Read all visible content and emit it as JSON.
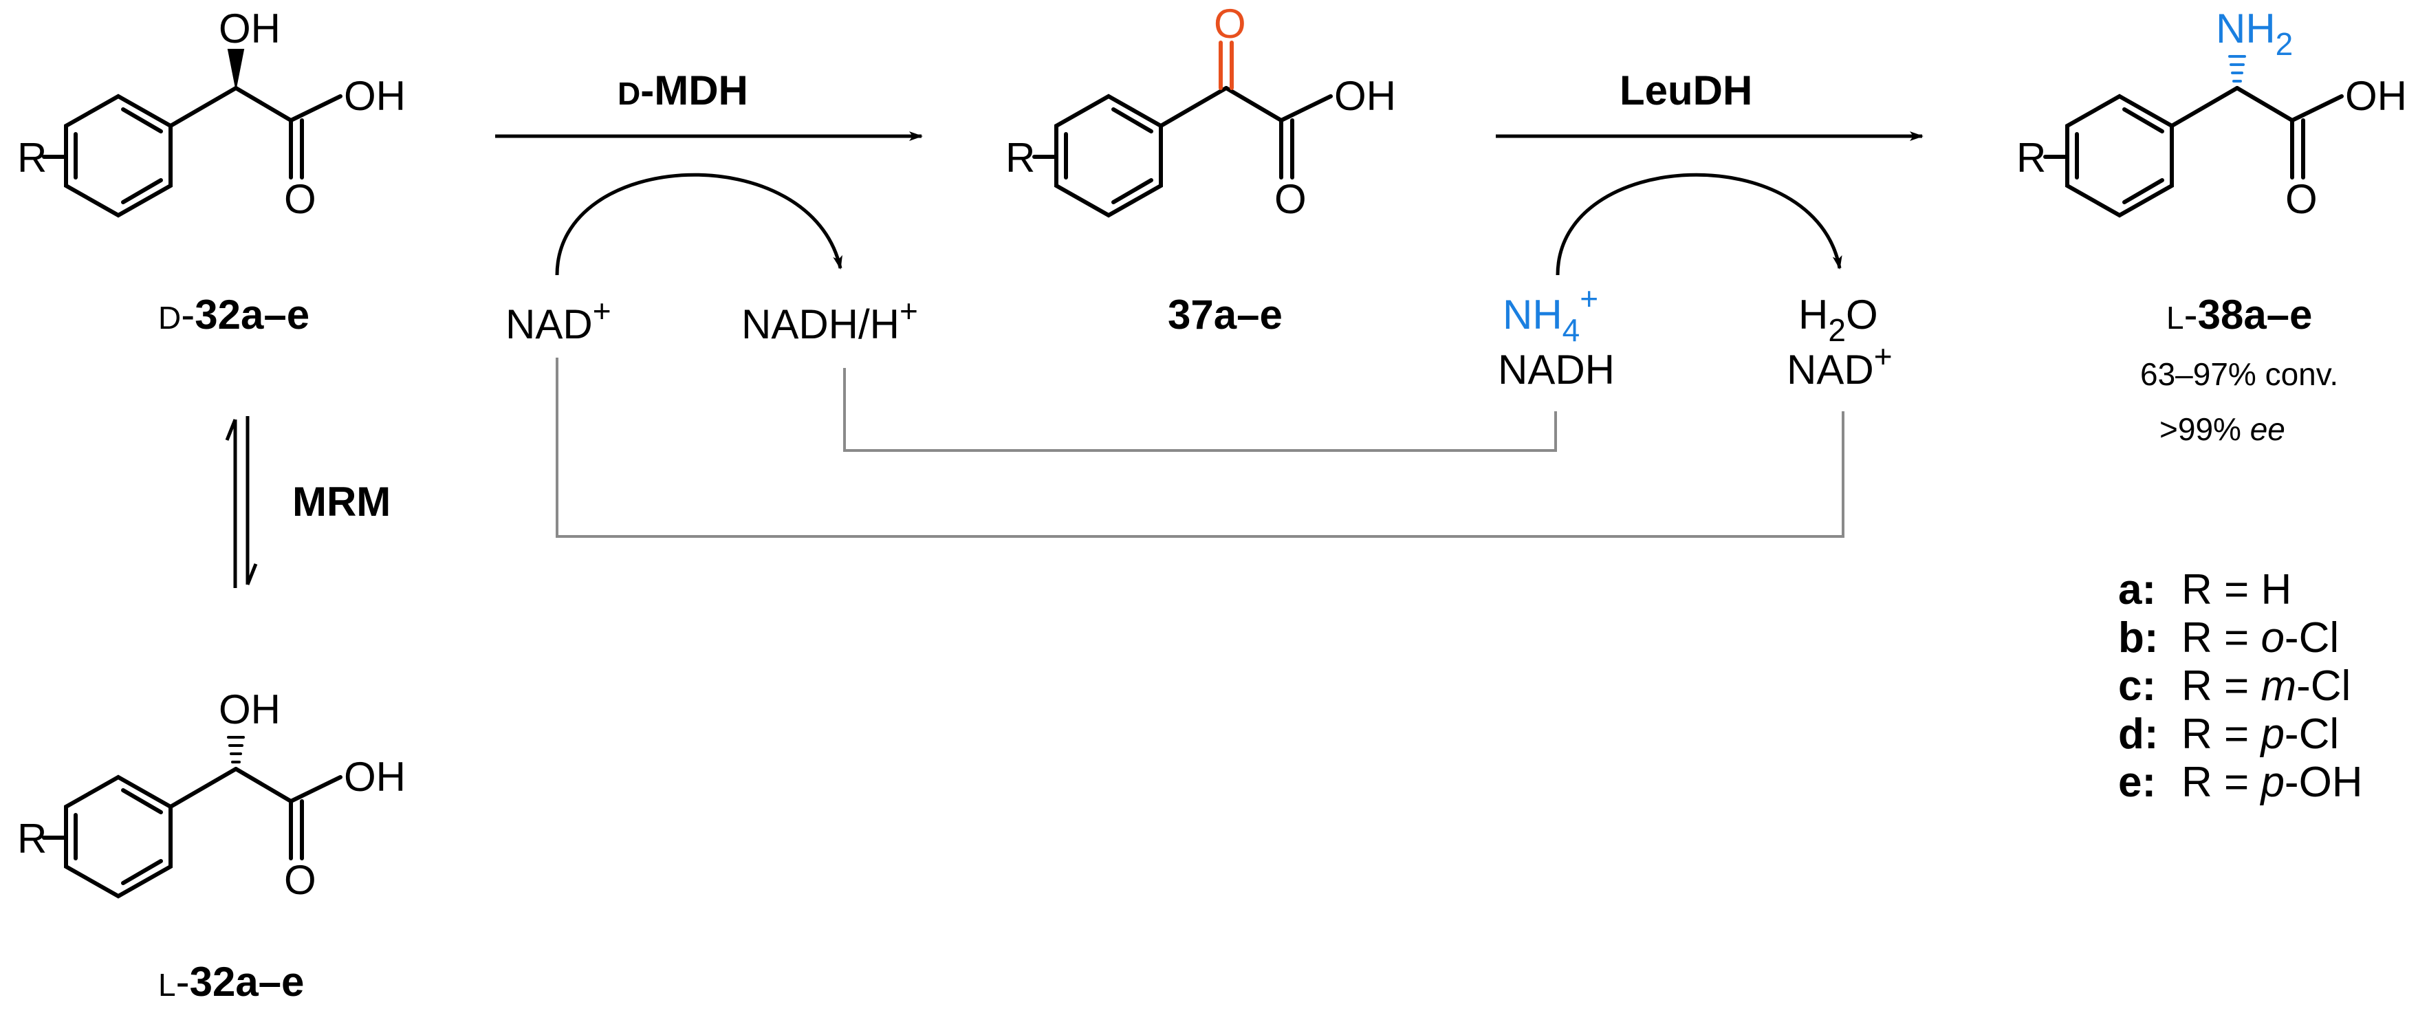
{
  "colors": {
    "text": "#000000",
    "keto_oxygen": "#e8501e",
    "ammonia": "#1a7fe0",
    "cofactor_line": "#8a8a8a"
  },
  "atoms": {
    "r": "R",
    "oh": "OH",
    "o": "O",
    "nh": "NH",
    "nh_sub": "2"
  },
  "compounds": {
    "d32": {
      "prefix": "D",
      "dash": "-",
      "name": "32a–e"
    },
    "l32": {
      "prefix": "L",
      "dash": "-",
      "name": "32a–e"
    },
    "c37": {
      "name": "37a–e"
    },
    "l38": {
      "prefix": "L",
      "dash": "-",
      "name": "38a–e",
      "conversion": "63–97% conv.",
      "ee_value": ">99% ",
      "ee_unit": "ee"
    }
  },
  "enzymes": {
    "mdh_prefix": "D",
    "mdh_name": "-MDH",
    "leudh": "LeuDH",
    "mrm": "MRM"
  },
  "cofactors": {
    "nad": "NAD",
    "plus": "+",
    "nadh_h": "NADH/H",
    "nh4_base": "NH",
    "nh4_sub": "4",
    "nadh": "NADH",
    "h2o_h": "H",
    "h2o_sub": "2",
    "h2o_o": "O"
  },
  "legend": [
    {
      "key": "a:",
      "pre": "R = ",
      "it": "",
      "post": "H"
    },
    {
      "key": "b:",
      "pre": "R = ",
      "it": "o",
      "post": "-Cl"
    },
    {
      "key": "c:",
      "pre": "R = ",
      "it": "m",
      "post": "-Cl"
    },
    {
      "key": "d:",
      "pre": "R = ",
      "it": "p",
      "post": "-Cl"
    },
    {
      "key": "e:",
      "pre": "R = ",
      "it": "p",
      "post": "-OH"
    }
  ]
}
